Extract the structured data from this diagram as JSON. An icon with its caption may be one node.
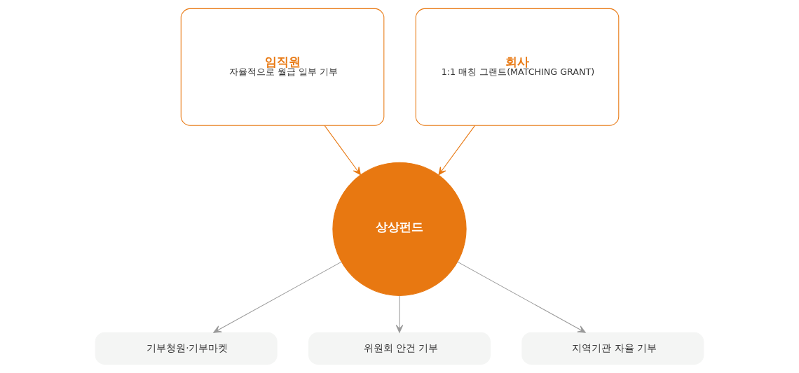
{
  "diagram": {
    "nodes": [
      {
        "text": [
          "임직원",
          "자율적으로 월급 일부 기부"
        ]
      },
      {
        "text": [
          "회사",
          "1:1 매칭 그랜트(MATCHING GRANT)"
        ]
      },
      {
        "text": [
          "상상펀드"
        ]
      },
      {
        "text": [
          "기부청원·기부마켓"
        ]
      },
      {
        "text": [
          "위원회 안건 기부"
        ]
      },
      {
        "text": [
          "지역기관 자율 기부"
        ]
      }
    ],
    "edges": [
      {
        "from": 0,
        "to": 2,
        "arrow": "to",
        "color": "#e87811"
      },
      {
        "from": 1,
        "to": 2,
        "arrow": "to",
        "color": "#e87811"
      },
      {
        "from": 2,
        "to": 3,
        "arrow": "to"
      },
      {
        "from": 2,
        "to": 4,
        "arrow": "to"
      },
      {
        "from": 2,
        "to": 5,
        "arrow": "to"
      }
    ]
  }
}
